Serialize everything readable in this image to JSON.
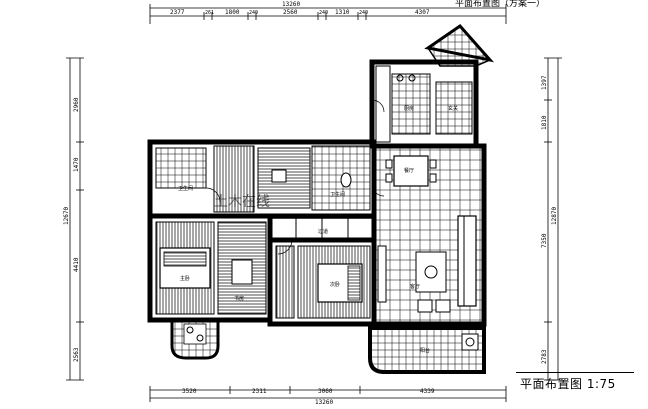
{
  "drawing": {
    "title": "平面布置图 1:75",
    "header_fragment": "平面布置图（方案一）",
    "watermark": "土木在线"
  },
  "dimensions": {
    "top": [
      "2377",
      "261",
      "1800",
      "240",
      "2560",
      "240",
      "1310",
      "240",
      "4307"
    ],
    "top_total": "13260",
    "bottom": [
      "3520",
      "2311",
      "3060",
      "4339"
    ],
    "bottom_total": "13260",
    "left": [
      "2960",
      "1470",
      "4410",
      "2563"
    ],
    "left_total": "12670",
    "right": [
      "1397",
      "1810",
      "7350",
      "2783"
    ],
    "right_total": "12870"
  },
  "rooms": {
    "master_bedroom": "主卧",
    "bedroom": "次卧",
    "dining": "餐厅",
    "living": "客厅",
    "kitchen": "厨房",
    "balcony": "阳台",
    "bath": "卫生间",
    "study": "书房",
    "corridor": "过道",
    "closet": "衣柜",
    "hall": "玄关"
  }
}
